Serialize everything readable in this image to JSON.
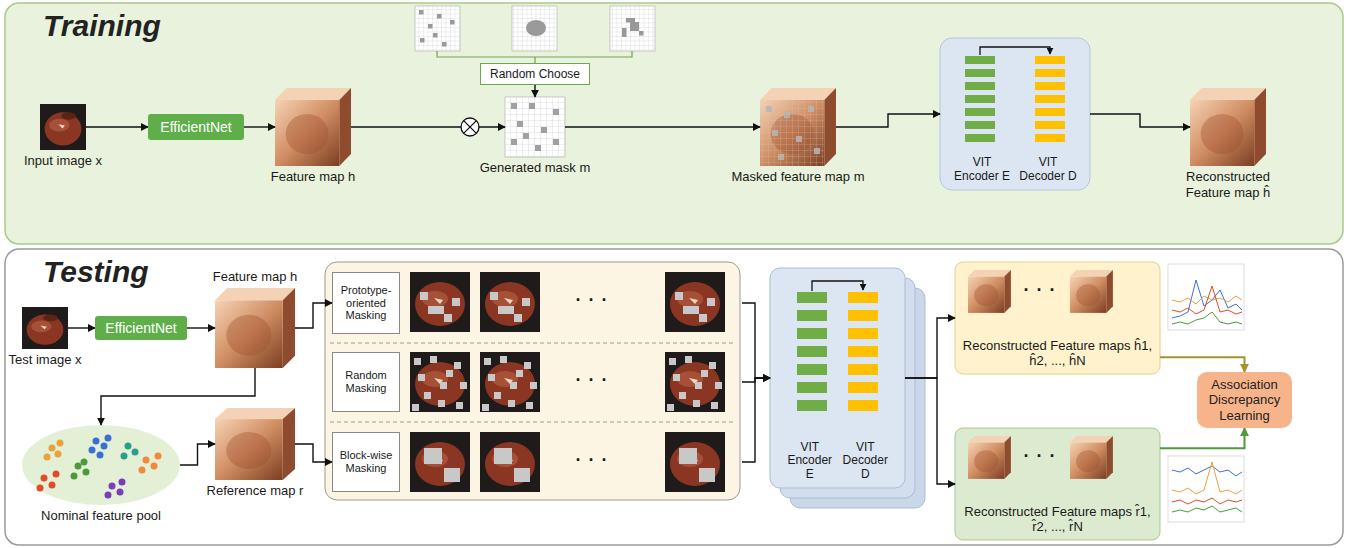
{
  "diagram": {
    "nodes": [
      {
        "text": [
          "Training"
        ]
      },
      {
        "text": [
          "Input image x"
        ],
        "in": 0
      },
      {
        "text": [
          "EfficientNet"
        ],
        "in": 0
      },
      {
        "text": [
          "Feature map h"
        ],
        "in": 0
      },
      {
        "text": [
          "Random Choose"
        ],
        "in": 0
      },
      {
        "text": [
          "Generated mask m"
        ],
        "in": 0
      },
      {
        "text": [
          "Masked feature map m"
        ],
        "in": 0
      },
      {
        "text": [
          "VIT Encoder E",
          "VIT Decoder D"
        ],
        "in": 0
      },
      {
        "text": [
          "Reconstructed Feature map ĥ"
        ],
        "in": 0
      },
      {
        "text": [
          "Testing"
        ]
      },
      {
        "text": [
          "Test image x"
        ],
        "in": 9
      },
      {
        "text": [
          "EfficientNet"
        ],
        "in": 9
      },
      {
        "text": [
          "Feature map h"
        ],
        "in": 9
      },
      {
        "text": [
          "Nominal feature pool"
        ],
        "in": 9
      },
      {
        "text": [
          "Reference map r"
        ],
        "in": 9
      },
      {
        "text": [
          "Prototype-oriented Masking"
        ],
        "in": 9
      },
      {
        "text": [
          "Random Masking"
        ],
        "in": 9
      },
      {
        "text": [
          "Block-wise Masking"
        ],
        "in": 9
      },
      {
        "text": [
          "VIT Encoder E",
          "VIT Decoder D"
        ],
        "in": 9
      },
      {
        "text": [
          "Reconstructed Feature maps ĥ1, ĥ2, ..., ĥN"
        ],
        "in": 9
      },
      {
        "text": [
          "Reconstructed Feature maps r̂1, r̂2, ..., r̂N"
        ],
        "in": 9
      },
      {
        "text": [
          "Association Discrepancy Learning"
        ],
        "in": 9
      }
    ],
    "edges": [
      {
        "from": 1,
        "to": 2,
        "arrow": "to"
      },
      {
        "from": 2,
        "to": 3,
        "arrow": "to"
      },
      {
        "from": 3,
        "to": 5,
        "arrow": "to"
      },
      {
        "from": 4,
        "to": 5,
        "arrow": "to"
      },
      {
        "from": 5,
        "to": 6,
        "arrow": "to"
      },
      {
        "from": 6,
        "to": 7,
        "arrow": "to"
      },
      {
        "from": 7,
        "to": 8,
        "arrow": "to"
      },
      {
        "from": 10,
        "to": 11,
        "arrow": "to"
      },
      {
        "from": 11,
        "to": 12,
        "arrow": "to"
      },
      {
        "from": 12,
        "to": 13,
        "arrow": "to"
      },
      {
        "from": 13,
        "to": 14,
        "arrow": "to"
      },
      {
        "from": 12,
        "to": 15,
        "arrow": "to"
      },
      {
        "from": 14,
        "to": 17,
        "arrow": "to"
      },
      {
        "from": 15,
        "to": 18,
        "arrow": "to"
      },
      {
        "from": 16,
        "to": 18,
        "arrow": "to"
      },
      {
        "from": 17,
        "to": 18,
        "arrow": "to"
      },
      {
        "from": 18,
        "to": 19,
        "arrow": "to"
      },
      {
        "from": 18,
        "to": 20,
        "arrow": "to"
      },
      {
        "from": 19,
        "to": 21,
        "arrow": "to"
      },
      {
        "from": 20,
        "to": 21,
        "arrow": "to"
      }
    ],
    "labels": [
      "· · ·",
      "· · ·",
      "· · ·",
      "· · ·",
      "· · ·"
    ]
  }
}
